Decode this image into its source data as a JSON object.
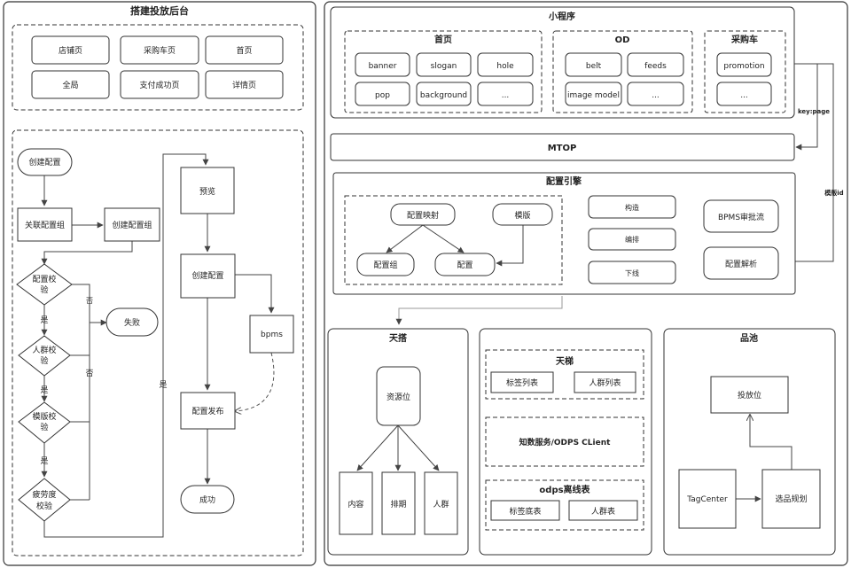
{
  "left": {
    "title": "搭建投放后台",
    "pages": [
      "店铺页",
      "采购车页",
      "首页",
      "全局",
      "支付成功页",
      "详情页"
    ],
    "flow": {
      "create_config": "创建配置",
      "link_group": "关联配置组",
      "create_group": "创建配置组",
      "check_config": [
        "配置校",
        "验"
      ],
      "check_crowd": [
        "人群校",
        "验"
      ],
      "check_template": [
        "模版校",
        "验"
      ],
      "check_fatigue": [
        "疲劳度",
        "校验"
      ],
      "fail": "失败",
      "yes": "是",
      "no": "否",
      "preview": "预览",
      "create_config_2": "创建配置",
      "bpms": "bpms",
      "publish": "配置发布",
      "success": "成功"
    }
  },
  "right": {
    "mini_program": {
      "title": "小程序",
      "home": {
        "title": "首页",
        "items": [
          "banner",
          "slogan",
          "hole",
          "pop",
          "background",
          "..."
        ]
      },
      "od": {
        "title": "OD",
        "items": [
          "belt",
          "feeds",
          "image model",
          "..."
        ]
      },
      "cart": {
        "title": "采购车",
        "items": [
          "promotion",
          "..."
        ]
      }
    },
    "edge_key_page": "key:page",
    "edge_template_id": "模版id",
    "mtop": "MTOP",
    "engine": {
      "title": "配置引擎",
      "mapping": "配置映射",
      "template": "模版",
      "group": "配置组",
      "config": "配置",
      "build": "构造",
      "arrange": "编排",
      "offline": "下线",
      "bpms": "BPMS审批流",
      "parse": "配置解析"
    },
    "tianda": {
      "title": "天搭",
      "slot": "资源位",
      "content": "内容",
      "schedule": "排期",
      "crowd": "人群"
    },
    "middle": {
      "tianti": {
        "title": "天梯",
        "tag_list": "标签列表",
        "crowd_list": "人群列表"
      },
      "service": "知数服务/ODPS CLient",
      "odps": {
        "title": "odps离线表",
        "tag_table": "标签底表",
        "crowd_table": "人群表"
      }
    },
    "pinchi": {
      "title": "品池",
      "slot": "投放位",
      "tagcenter": "TagCenter",
      "selection": "选品规划"
    }
  }
}
